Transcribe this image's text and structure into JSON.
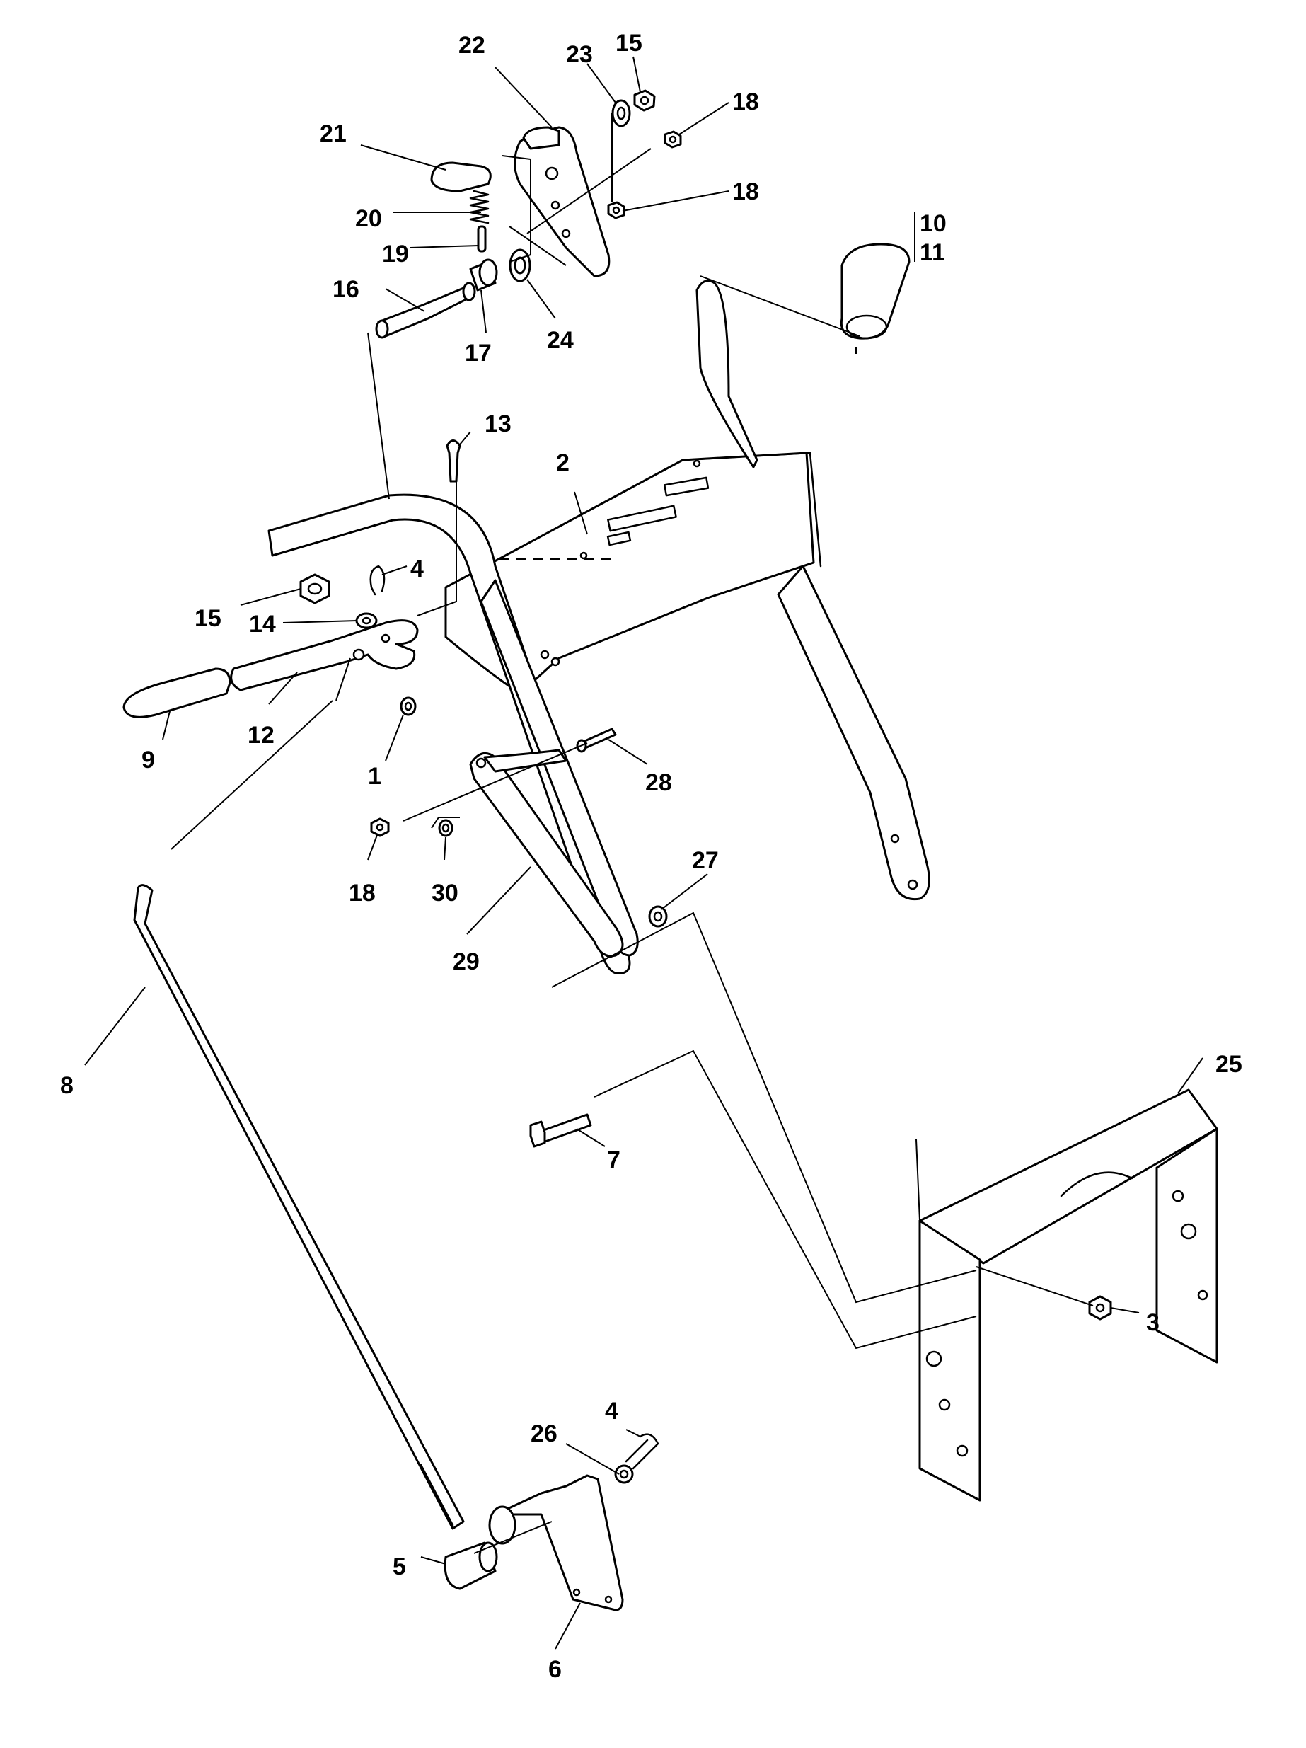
{
  "diagram": {
    "callouts": {
      "c1": "1",
      "c2": "2",
      "c3": "3",
      "c4a": "4",
      "c4b": "4",
      "c5": "5",
      "c6": "6",
      "c7": "7",
      "c8": "8",
      "c9": "9",
      "c10": "10",
      "c11": "11",
      "c12": "12",
      "c13": "13",
      "c14": "14",
      "c15a": "15",
      "c15b": "15",
      "c16": "16",
      "c17": "17",
      "c18a": "18",
      "c18b": "18",
      "c18c": "18",
      "c19": "19",
      "c20": "20",
      "c21": "21",
      "c22": "22",
      "c23": "23",
      "c24": "24",
      "c25": "25",
      "c26": "26",
      "c27": "27",
      "c28": "28",
      "c29": "29",
      "c30": "30"
    }
  }
}
